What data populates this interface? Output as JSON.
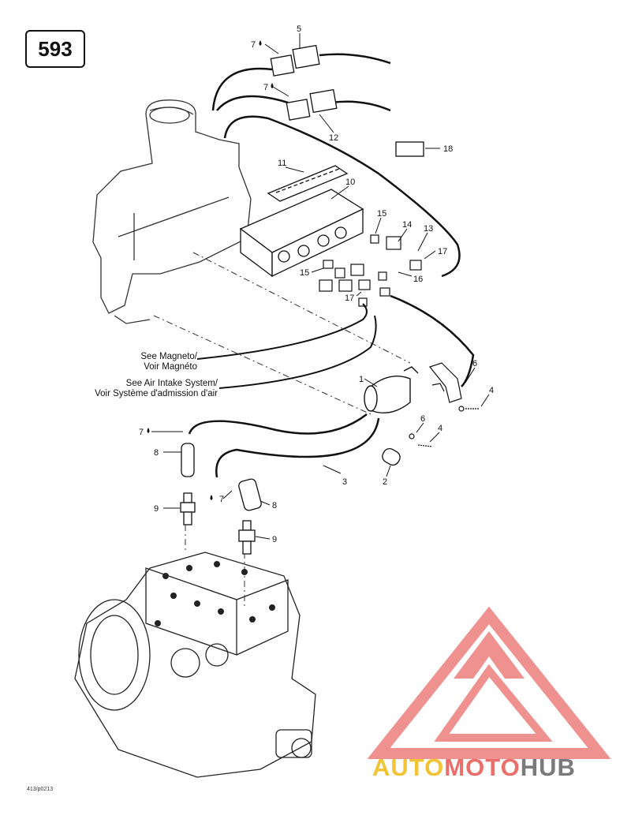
{
  "page_number": "593",
  "callouts": [
    {
      "id": "c5",
      "text": "5"
    },
    {
      "id": "c7a",
      "text": "7"
    },
    {
      "id": "c7b",
      "text": "7"
    },
    {
      "id": "c12",
      "text": "12"
    },
    {
      "id": "c18",
      "text": "18"
    },
    {
      "id": "c11",
      "text": "11"
    },
    {
      "id": "c10",
      "text": "10"
    },
    {
      "id": "c15a",
      "text": "15"
    },
    {
      "id": "c14",
      "text": "14"
    },
    {
      "id": "c13",
      "text": "13"
    },
    {
      "id": "c17a",
      "text": "17"
    },
    {
      "id": "c15b",
      "text": "15"
    },
    {
      "id": "c16",
      "text": "16"
    },
    {
      "id": "c17b",
      "text": "17"
    },
    {
      "id": "c1",
      "text": "1"
    },
    {
      "id": "c6a",
      "text": "6"
    },
    {
      "id": "c4a",
      "text": "4"
    },
    {
      "id": "c6b",
      "text": "6"
    },
    {
      "id": "c4b",
      "text": "4"
    },
    {
      "id": "c7c",
      "text": "7"
    },
    {
      "id": "c8a",
      "text": "8"
    },
    {
      "id": "c9a",
      "text": "9"
    },
    {
      "id": "c7d",
      "text": "7"
    },
    {
      "id": "c8b",
      "text": "8"
    },
    {
      "id": "c3",
      "text": "3"
    },
    {
      "id": "c2",
      "text": "2"
    },
    {
      "id": "c9b",
      "text": "9"
    }
  ],
  "notes": {
    "magneto_en": "See Magneto/",
    "magneto_fr": "Voir Magnéto",
    "air_en": "See Air Intake System/",
    "air_fr": "Voir Système d'admission d'air"
  },
  "drawing_ref": "413/p0213",
  "watermark": {
    "part1": "AUTO",
    "part2": "MOTO",
    "part3": "HUB",
    "colors": {
      "yellow": "#f2c335",
      "red": "#ea6e6a",
      "gray": "#7a7a7a"
    }
  }
}
